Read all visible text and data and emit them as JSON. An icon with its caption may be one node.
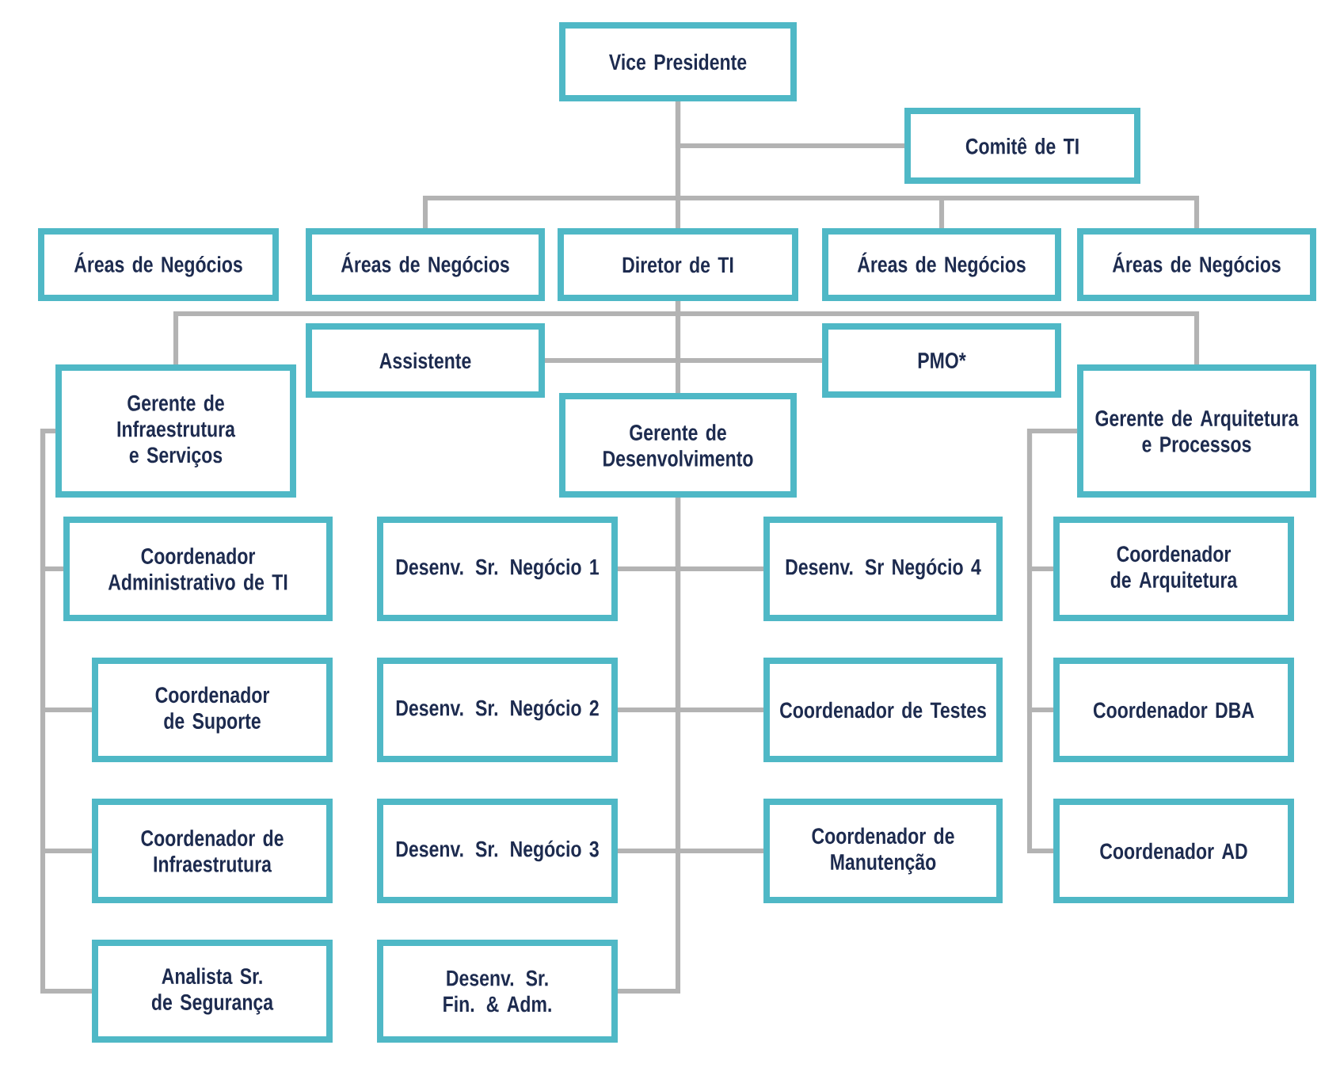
{
  "diagram": {
    "nodes": [
      {
        "text": [
          "Vice Presidente"
        ]
      },
      {
        "text": [
          "Comitê de TI"
        ]
      },
      {
        "text": [
          "Áreas de Negócios"
        ]
      },
      {
        "text": [
          "Áreas de Negócios"
        ]
      },
      {
        "text": [
          "Diretor de TI"
        ]
      },
      {
        "text": [
          "Áreas de Negócios"
        ]
      },
      {
        "text": [
          "Áreas de Negócios"
        ]
      },
      {
        "text": [
          "Assistente"
        ]
      },
      {
        "text": [
          "PMO*"
        ]
      },
      {
        "text": [
          "Gerente de Infraestrutura e Serviços"
        ]
      },
      {
        "text": [
          "Gerente de Desenvolvimento"
        ]
      },
      {
        "text": [
          "Gerente de Arquitetura e Processos"
        ]
      },
      {
        "text": [
          "Coordenador Administrativo de TI"
        ]
      },
      {
        "text": [
          "Coordenador de Suporte"
        ]
      },
      {
        "text": [
          "Coordenador de Infraestrutura"
        ]
      },
      {
        "text": [
          "Analista Sr. de Segurança"
        ]
      },
      {
        "text": [
          "Desenv. Sr. Negócio 1"
        ]
      },
      {
        "text": [
          "Desenv. Sr. Negócio 2"
        ]
      },
      {
        "text": [
          "Desenv. Sr. Negócio 3"
        ]
      },
      {
        "text": [
          "Desenv. Sr. Fin. & Adm."
        ]
      },
      {
        "text": [
          "Desenv. Sr Negócio 4"
        ]
      },
      {
        "text": [
          "Coordenador de Testes"
        ]
      },
      {
        "text": [
          "Coordenador de Manutenção"
        ]
      },
      {
        "text": [
          "Coordenador de Arquitetura"
        ]
      },
      {
        "text": [
          "Coordenador DBA"
        ]
      },
      {
        "text": [
          "Coordenador AD"
        ]
      }
    ],
    "edges": [
      {
        "from": 0,
        "to": 1,
        "arrow": "none"
      },
      {
        "from": 0,
        "to": 3,
        "arrow": "none"
      },
      {
        "from": 0,
        "to": 4,
        "arrow": "none"
      },
      {
        "from": 0,
        "to": 5,
        "arrow": "none"
      },
      {
        "from": 0,
        "to": 6,
        "arrow": "none"
      },
      {
        "from": 4,
        "to": 7,
        "arrow": "none"
      },
      {
        "from": 4,
        "to": 8,
        "arrow": "none"
      },
      {
        "from": 4,
        "to": 9,
        "arrow": "none"
      },
      {
        "from": 4,
        "to": 10,
        "arrow": "none"
      },
      {
        "from": 4,
        "to": 11,
        "arrow": "none"
      },
      {
        "from": 9,
        "to": 12,
        "arrow": "none"
      },
      {
        "from": 9,
        "to": 13,
        "arrow": "none"
      },
      {
        "from": 9,
        "to": 14,
        "arrow": "none"
      },
      {
        "from": 9,
        "to": 15,
        "arrow": "none"
      },
      {
        "from": 10,
        "to": 16,
        "arrow": "none"
      },
      {
        "from": 10,
        "to": 17,
        "arrow": "none"
      },
      {
        "from": 10,
        "to": 18,
        "arrow": "none"
      },
      {
        "from": 10,
        "to": 19,
        "arrow": "none"
      },
      {
        "from": 10,
        "to": 20,
        "arrow": "none"
      },
      {
        "from": 10,
        "to": 21,
        "arrow": "none"
      },
      {
        "from": 10,
        "to": 22,
        "arrow": "none"
      },
      {
        "from": 11,
        "to": 23,
        "arrow": "none"
      },
      {
        "from": 11,
        "to": 24,
        "arrow": "none"
      },
      {
        "from": 11,
        "to": 25,
        "arrow": "none"
      }
    ]
  }
}
